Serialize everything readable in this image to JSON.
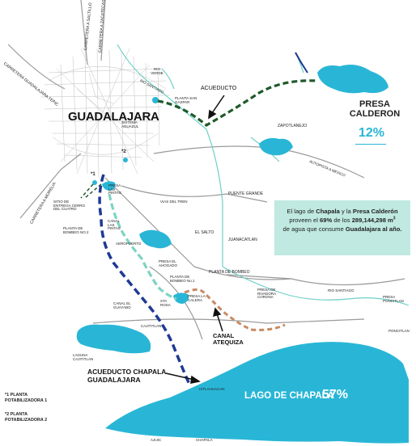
{
  "labels": {
    "carretera_saltillo": "CARRETERA A SALTILLO",
    "carretera_zacatecas": "CARRETERA A ZACATECAS",
    "carretera_tepic": "CARRETERA GUADALAJARA TEPIC",
    "carretera_morelia": "CARRETERA A MORELIA",
    "rio_verde": "RIO VERDE",
    "rio_santiago_n": "RIO SANTIAGO",
    "planta_san_gaspar": "PLANTA SAN GASPAR",
    "acueducto": "ACUEDUCTO",
    "presa_calderon": "PRESA CALDERON",
    "presa_calderon_pct": "12%",
    "guadalajara": "GUADALAJARA",
    "sistema_azul": "SISTEMA AGUAZUL",
    "zapotlanejo": "ZAPOTLANEJO",
    "autopista_mexico": "AUTOPISTA A MEXICO",
    "marker_2": "*2",
    "marker_1": "*1",
    "presa_las_pintas": "PRESA LAS PINTAS",
    "sitio_entrega": "SITIO DE ENTREGA CERRO DEL CUATRO",
    "vias_tren": "VIAS DEL TREN",
    "puente_grande": "PUENTE GRANDE",
    "planta_bombeo_2": "PLANTA DE BOMBEO NO.2",
    "canal_las_pintas": "CANAL LAS PINTAS",
    "el_salto": "EL SALTO",
    "aeropuerto": "AEROPUERTO",
    "juanacatlan": "JUANACATLAN",
    "presa_el_ahogado": "PRESA EL AHOGADO",
    "planta_bombeo_1": "PLANTA DE BOMBEO No.1",
    "planta_bombeo": "PLANTA DE BOMBEO",
    "presa_derivadora": "PRESA DE RIVADORA CORONA",
    "rio_santiago_s": "RIO SANTIAGO",
    "presa_poncitlan": "PRESA PONCITLAN",
    "presa_la_calera": "PRESA LA CALERA",
    "sta_rosa": "STA ROSA",
    "canal_el_guayabo": "CANAL EL GUAYABO",
    "canal_atequiza": "CANAL ATEQUIZA",
    "poncitlan": "PONCITLAN",
    "cajititlan": "CAJITITLAN",
    "laguna_cajititlan": "LAGUNA CAJITITLAN",
    "acueducto_chapala": "ACUEDUCTO CHAPALA GUADALAJARA",
    "ixtlahuacan": "IXTLAHUACAN",
    "lago_chapala": "LAGO DE CHAPALA",
    "lago_chapala_pct": "57%",
    "ajijic": "AJIJIC",
    "chapala": "CHAPALA",
    "note_1": "*1 PLANTA POTABILIZADORA 1",
    "note_2": "*2 PLANTA POTABILIZADORA 2"
  },
  "info_box": {
    "t1": "El lago de ",
    "t2": "Chapala",
    "t3": " y la ",
    "t4": "Presa Calderón",
    "t5": " proveen el ",
    "t6": "69%",
    "t7": " de los ",
    "t8": "289,144,298 m",
    "t9": "3",
    "t10": " de agua que consume ",
    "t11": "Guadalajara al año."
  },
  "colors": {
    "water": "#29b6d6",
    "aqueduct_green": "#1e5a2a",
    "aqueduct_chapala": "#1f3a93",
    "canal_pintas": "#7fd3c4",
    "canal_atequiza": "#c88a62",
    "roads": "#9a9a9a",
    "river": "#6fd0c8",
    "info_bg": "#bfe9e1"
  }
}
